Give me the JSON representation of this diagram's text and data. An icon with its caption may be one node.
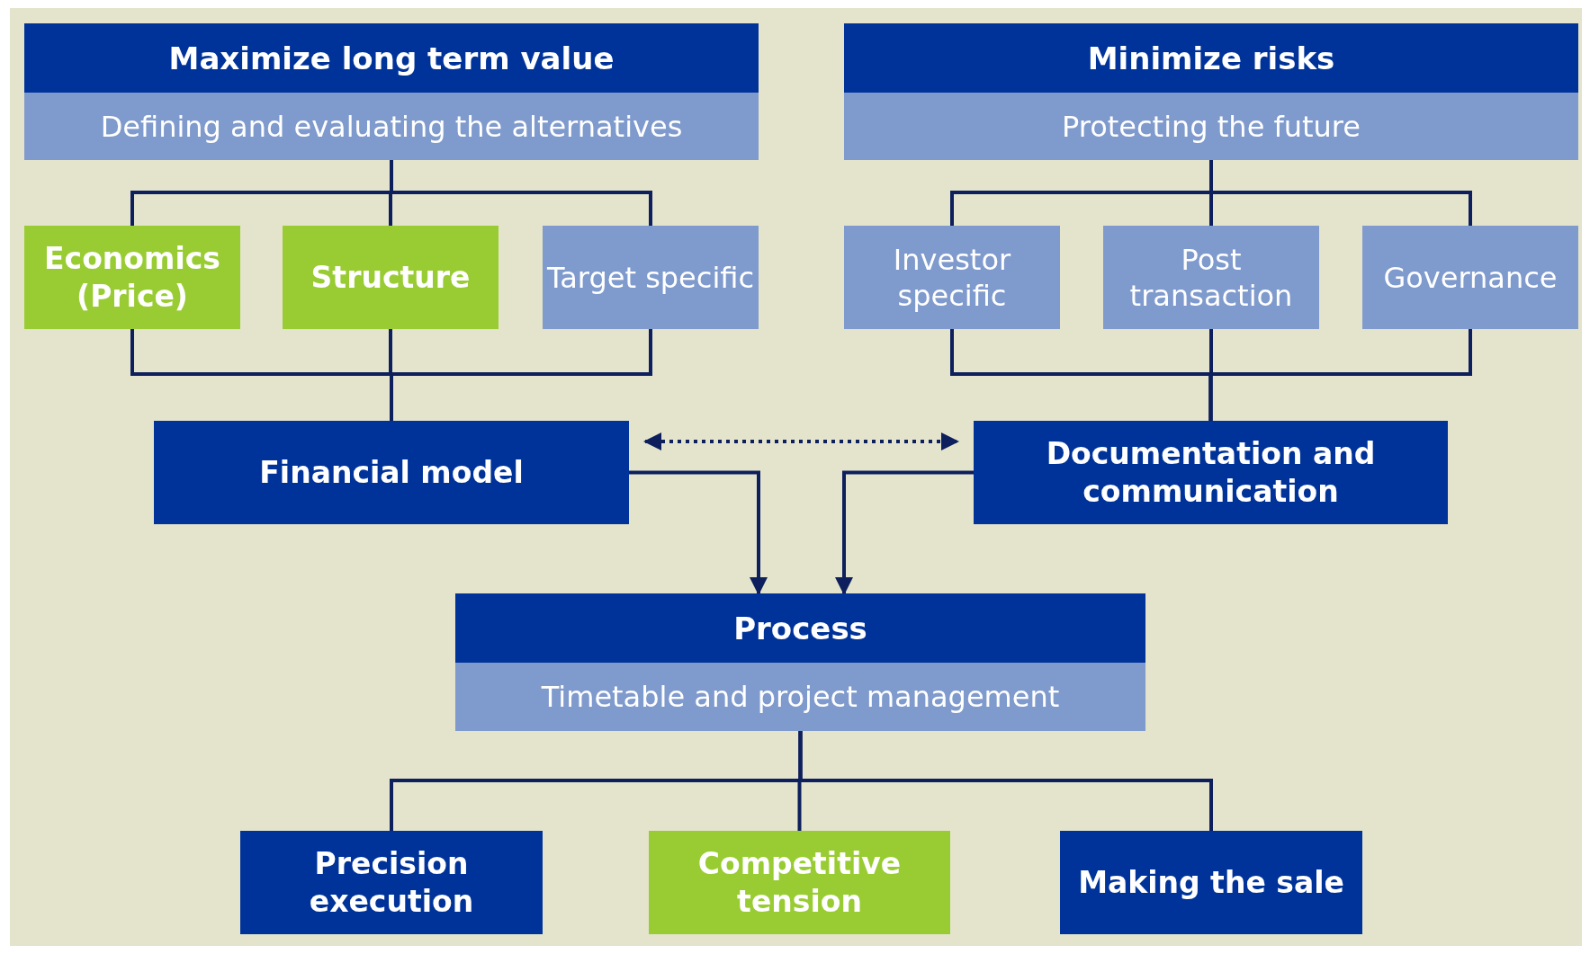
{
  "diagram": {
    "nodes": [
      {
        "text": [
          "Maximize long term value",
          "Defining and evaluating the alternatives"
        ]
      },
      {
        "text": [
          "Minimize risks",
          "Protecting the future"
        ]
      },
      {
        "text": [
          "Economics (Price)"
        ]
      },
      {
        "text": [
          "Structure"
        ]
      },
      {
        "text": [
          "Target specific"
        ]
      },
      {
        "text": [
          "Investor specific"
        ]
      },
      {
        "text": [
          "Post transaction"
        ]
      },
      {
        "text": [
          "Governance"
        ]
      },
      {
        "text": [
          "Financial model"
        ]
      },
      {
        "text": [
          "Documentation and communication"
        ]
      },
      {
        "text": [
          "Process",
          "Timetable and project management"
        ]
      },
      {
        "text": [
          "Precision execution"
        ]
      },
      {
        "text": [
          "Competitive tension"
        ]
      },
      {
        "text": [
          "Making the sale"
        ]
      }
    ],
    "edges": [
      {
        "from": 0,
        "to": 2,
        "arrow": "none"
      },
      {
        "from": 0,
        "to": 3,
        "arrow": "none"
      },
      {
        "from": 0,
        "to": 4,
        "arrow": "none"
      },
      {
        "from": 2,
        "to": 8,
        "arrow": "none"
      },
      {
        "from": 3,
        "to": 8,
        "arrow": "none"
      },
      {
        "from": 4,
        "to": 8,
        "arrow": "none"
      },
      {
        "from": 1,
        "to": 5,
        "arrow": "none"
      },
      {
        "from": 1,
        "to": 6,
        "arrow": "none"
      },
      {
        "from": 1,
        "to": 7,
        "arrow": "none"
      },
      {
        "from": 5,
        "to": 9,
        "arrow": "none"
      },
      {
        "from": 6,
        "to": 9,
        "arrow": "none"
      },
      {
        "from": 7,
        "to": 9,
        "arrow": "none"
      },
      {
        "from": 8,
        "to": 9,
        "arrow": "both",
        "style": "dashed"
      },
      {
        "from": 8,
        "to": 10,
        "arrow": "to"
      },
      {
        "from": 9,
        "to": 10,
        "arrow": "to"
      },
      {
        "from": 10,
        "to": 11,
        "arrow": "none"
      },
      {
        "from": 10,
        "to": 12,
        "arrow": "none"
      },
      {
        "from": 10,
        "to": 13,
        "arrow": "none"
      }
    ]
  }
}
